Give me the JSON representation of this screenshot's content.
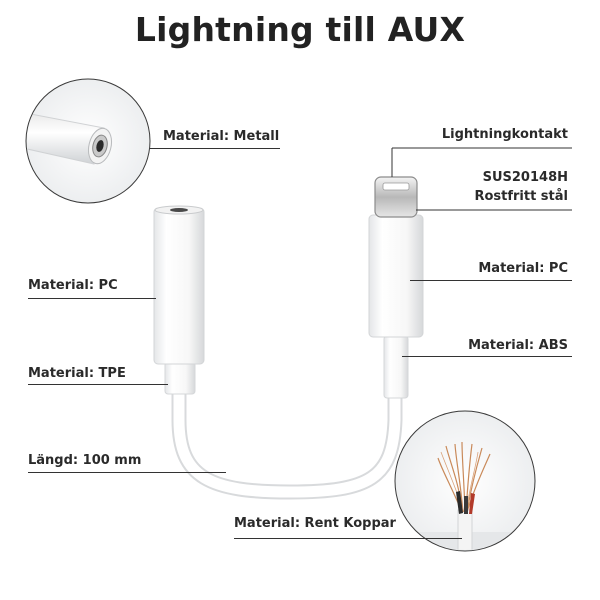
{
  "title": "Lightning till AUX",
  "labels": {
    "metal": "Material: Metall",
    "lightning_connector": "Lightningkontakt",
    "steel_line1": "SUS20148H",
    "steel_line2": "Rostfritt stål",
    "pc_left": "Material: PC",
    "pc_right": "Material: PC",
    "abs": "Material: ABS",
    "tpe": "Material: TPE",
    "length": "Längd: 100 mm",
    "copper": "Material: Rent Koppar"
  },
  "colors": {
    "text": "#2a2a2a",
    "copper": "#c98a5a",
    "body": "#ffffff"
  }
}
